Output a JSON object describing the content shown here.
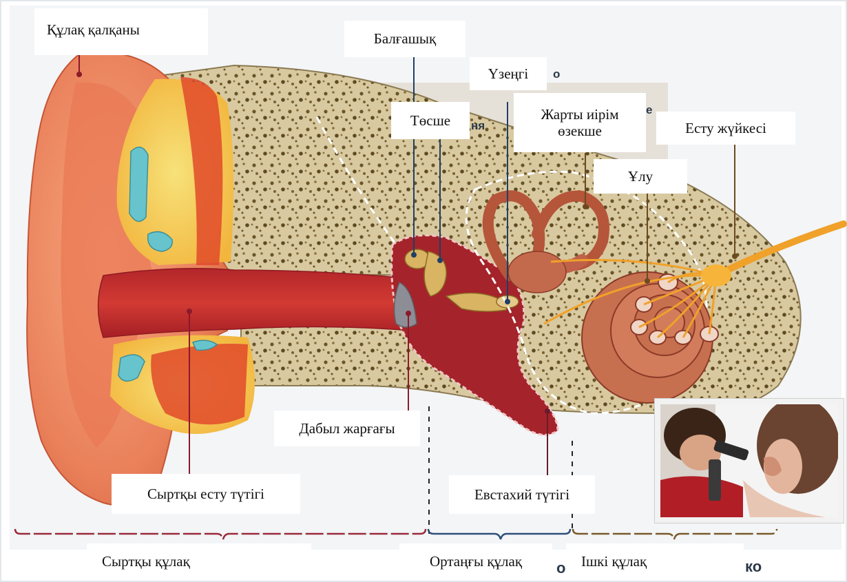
{
  "labels": {
    "pinna": "Құлақ қалқаны",
    "malleus": "Балғашық",
    "stapes": "Үзеңгі",
    "incus": "Төсше",
    "semicircular_line1": "Жарты иірім",
    "semicircular_line2": "өзекше",
    "auditory_nerve": "Есту жүйкесі",
    "cochlea": "Ұлу",
    "eardrum": "Дабыл жарғағы",
    "ear_canal": "Сыртқы есту түтігі",
    "eustachian_tube": "Евстахий түтігі",
    "outer_ear": "Сыртқы құлақ",
    "middle_ear": "Ортаңғы құлақ",
    "inner_ear": "Ішкі құлақ"
  },
  "background_text": {
    "frag_nya": "ня",
    "frag_o": "о",
    "frag_e": "е",
    "frag_o2": "о",
    "frag_ko": "ко"
  },
  "colors": {
    "outer_bracket": "#9a2a3a",
    "middle_bracket": "#2d4f7a",
    "inner_bracket": "#7a5a2a",
    "leader_red": "#8b1a2a",
    "leader_blue": "#1f3f66",
    "leader_brown": "#6b4a1e"
  }
}
